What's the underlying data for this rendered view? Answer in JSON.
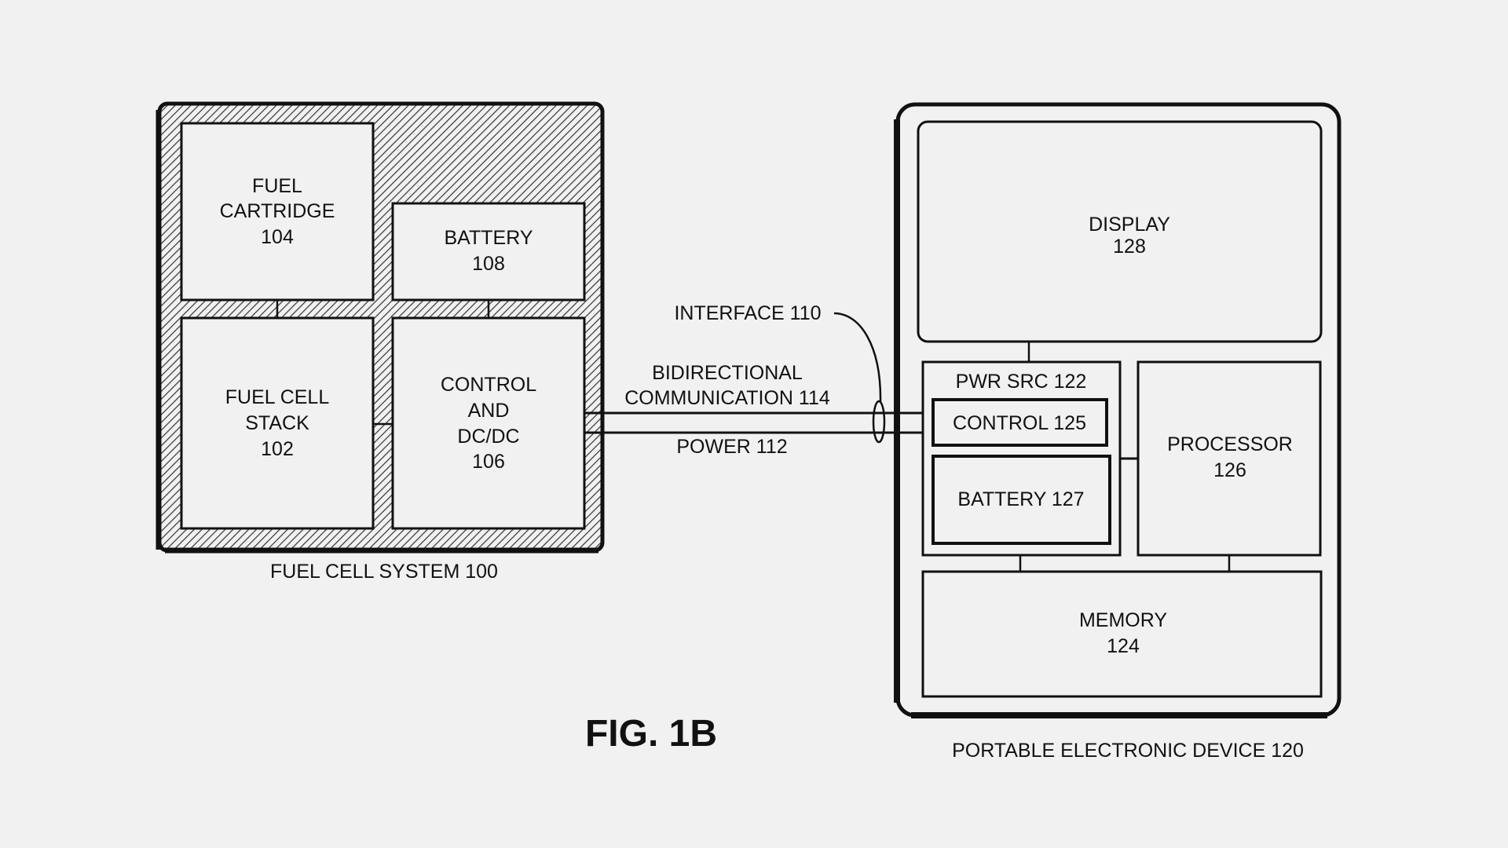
{
  "figure": {
    "title": "FIG. 1B"
  },
  "fuel_cell_system": {
    "caption": "FUEL CELL SYSTEM 100",
    "blocks": {
      "fuel_cartridge": [
        "FUEL",
        "CARTRIDGE",
        "104"
      ],
      "battery": [
        "BATTERY",
        "108"
      ],
      "fuel_cell_stack": [
        "FUEL CELL",
        "STACK",
        "102"
      ],
      "control_dcdc": [
        "CONTROL",
        "AND",
        "DC/DC",
        "106"
      ]
    }
  },
  "links": {
    "interface": "INTERFACE 110",
    "communication": [
      "BIDIRECTIONAL",
      "COMMUNICATION 114"
    ],
    "power": "POWER 112"
  },
  "portable_device": {
    "caption": "PORTABLE ELECTRONIC DEVICE 120",
    "blocks": {
      "display": [
        "DISPLAY",
        "128"
      ],
      "power_source": "PWR SRC 122",
      "control": "CONTROL 125",
      "battery": "BATTERY 127",
      "processor": [
        "PROCESSOR",
        "126"
      ],
      "memory": [
        "MEMORY",
        "124"
      ]
    }
  }
}
